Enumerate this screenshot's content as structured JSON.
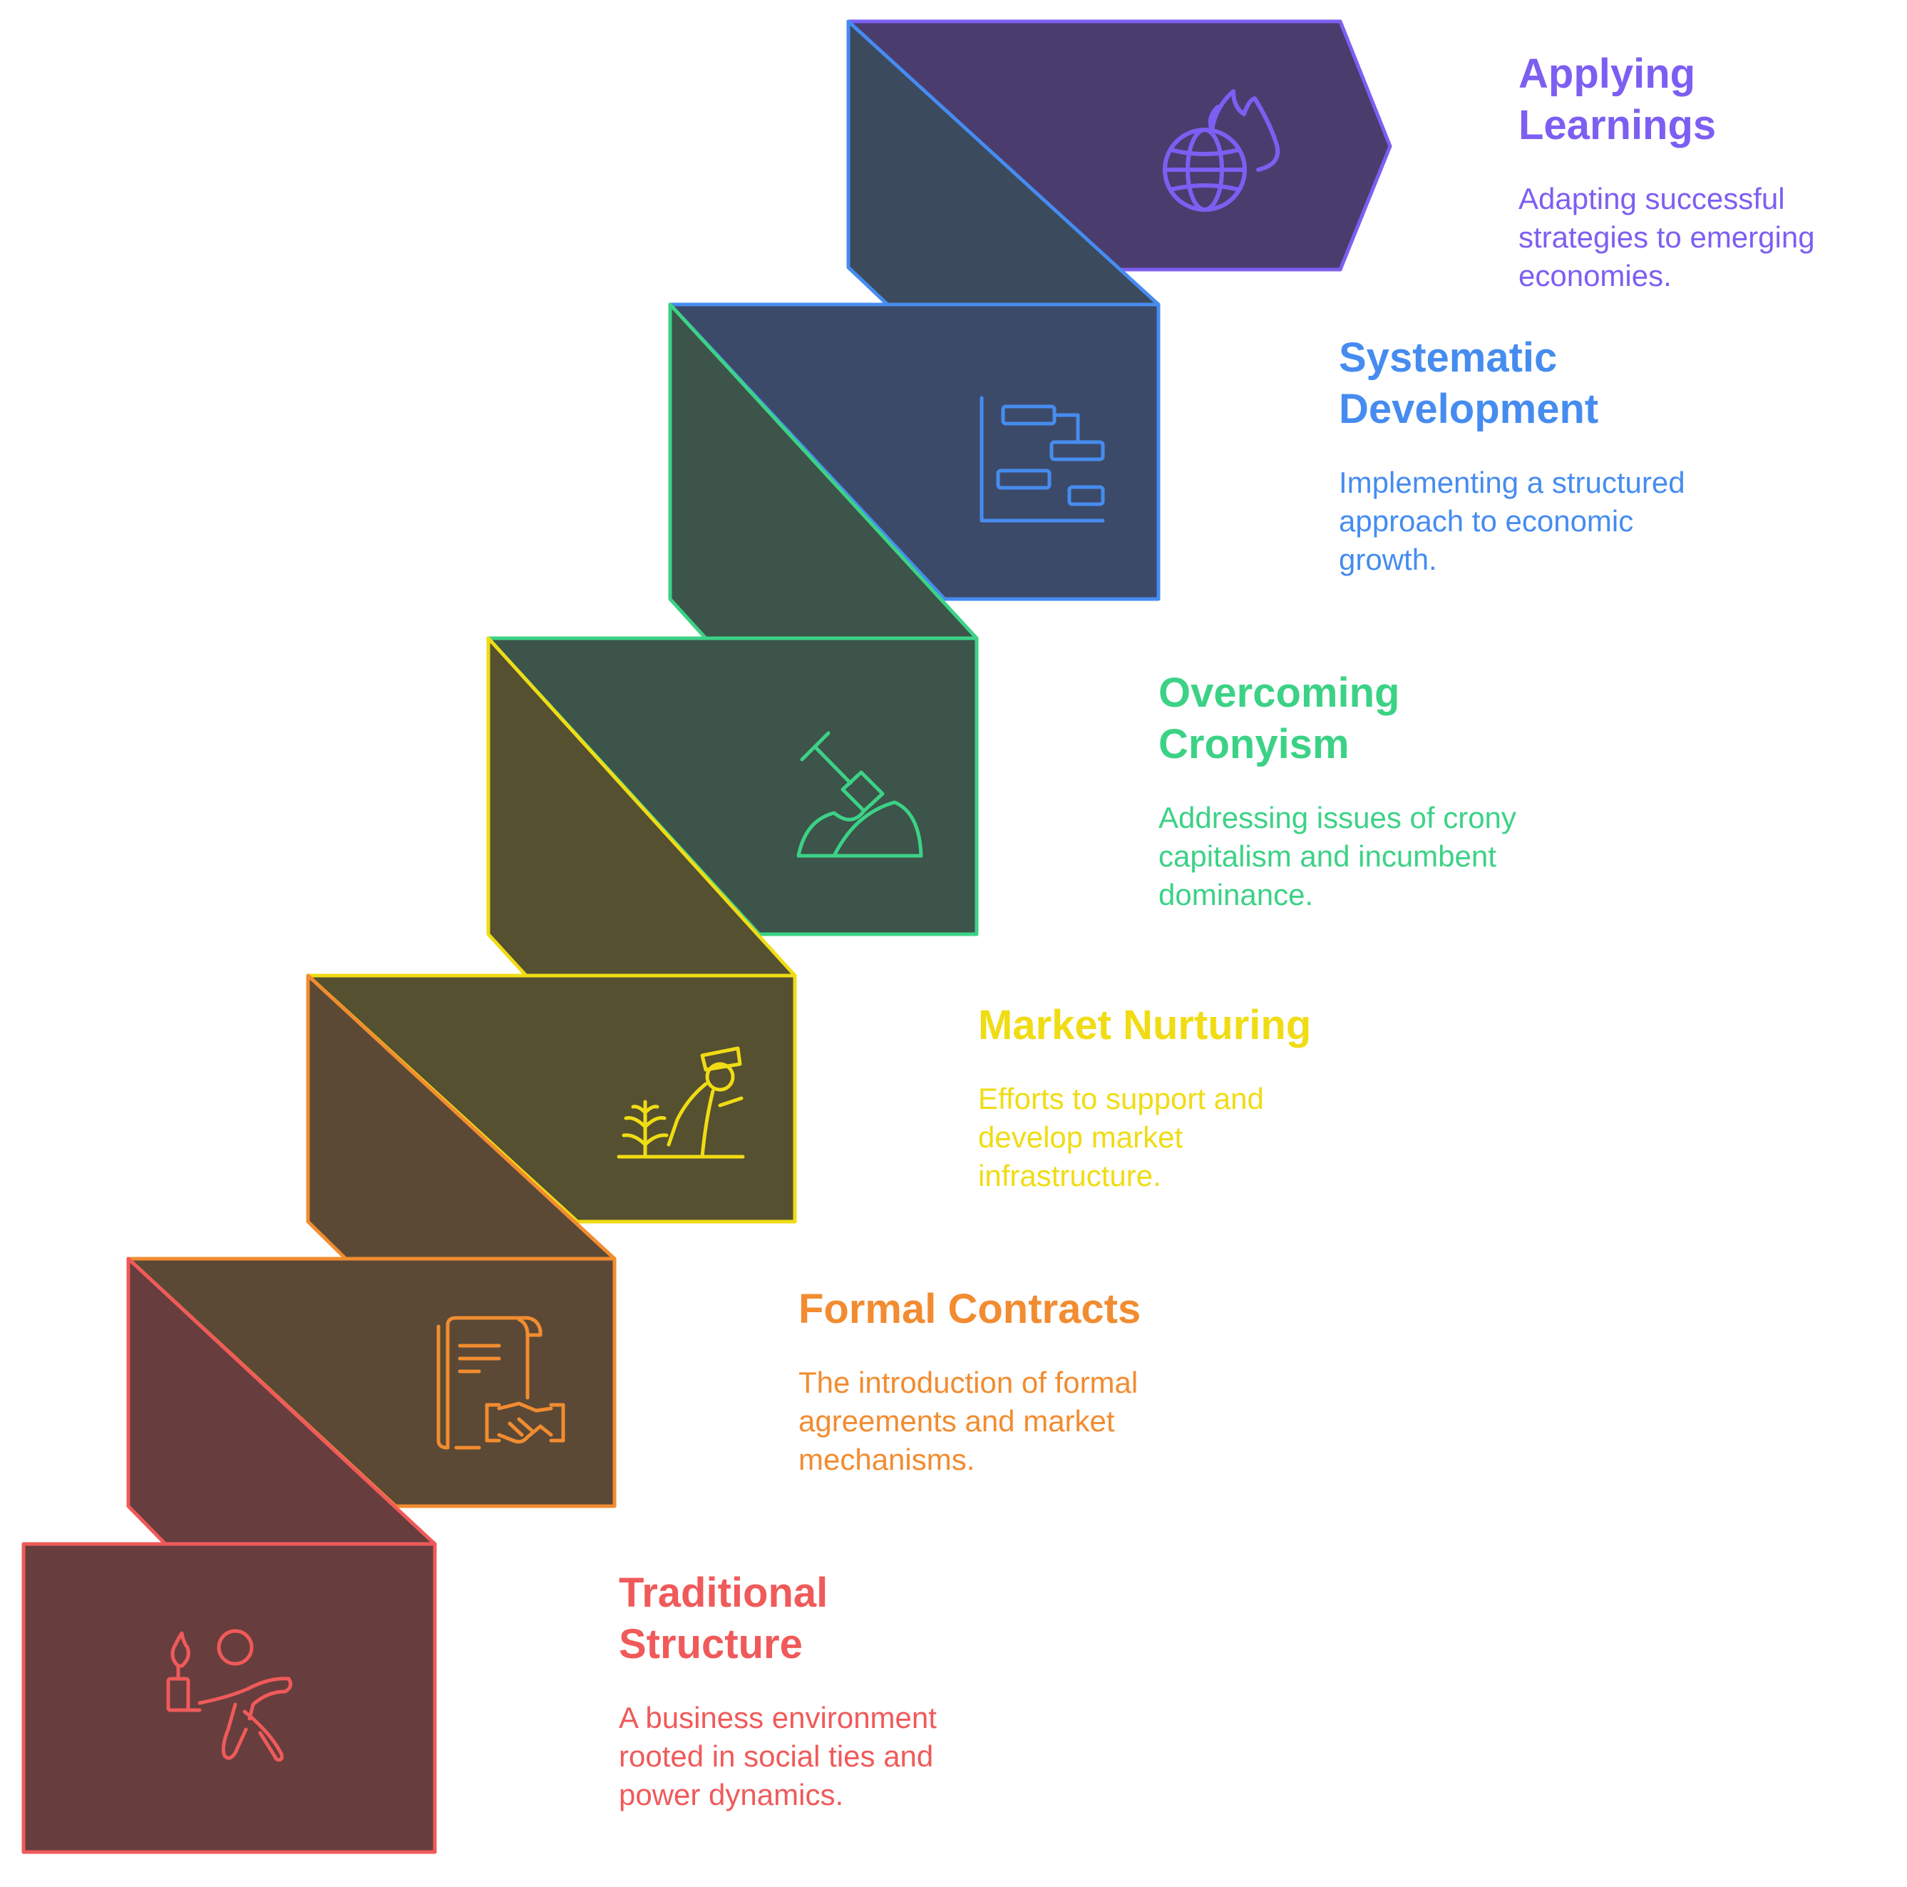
{
  "steps": [
    {
      "title_lines": [
        "Traditional",
        "Structure"
      ],
      "description": "A business environment rooted in social ties and power dynamics.",
      "icon": "person-with-torch-icon",
      "color": "#f05a5a",
      "fill": "#673d3d"
    },
    {
      "title_lines": [
        "Formal Contracts"
      ],
      "description": "The introduction of formal agreements and market mechanisms.",
      "icon": "contract-handshake-icon",
      "color": "#f28c30",
      "fill": "#5b4935"
    },
    {
      "title_lines": [
        "Market Nurturing"
      ],
      "description": "Efforts to support and develop market infrastructure.",
      "icon": "farmer-planting-icon",
      "color": "#f0dc14",
      "fill": "#55502f"
    },
    {
      "title_lines": [
        "Overcoming",
        "Cronyism"
      ],
      "description": "Addressing issues of crony capitalism and incumbent dominance.",
      "icon": "shovel-dirt-icon",
      "color": "#3cd286",
      "fill": "#3c5449"
    },
    {
      "title_lines": [
        "Systematic",
        "Development"
      ],
      "description": "Implementing a structured approach to economic growth.",
      "icon": "gantt-chart-icon",
      "color": "#468cf0",
      "fill": "#3c4a69"
    },
    {
      "title_lines": [
        "Applying Learnings"
      ],
      "description": "Adapting successful strategies to emerging economies.",
      "icon": "globe-flame-icon",
      "color": "#7c5ff2",
      "fill": "#4a3d6e"
    }
  ],
  "fold_fill": "#3c4a5e"
}
